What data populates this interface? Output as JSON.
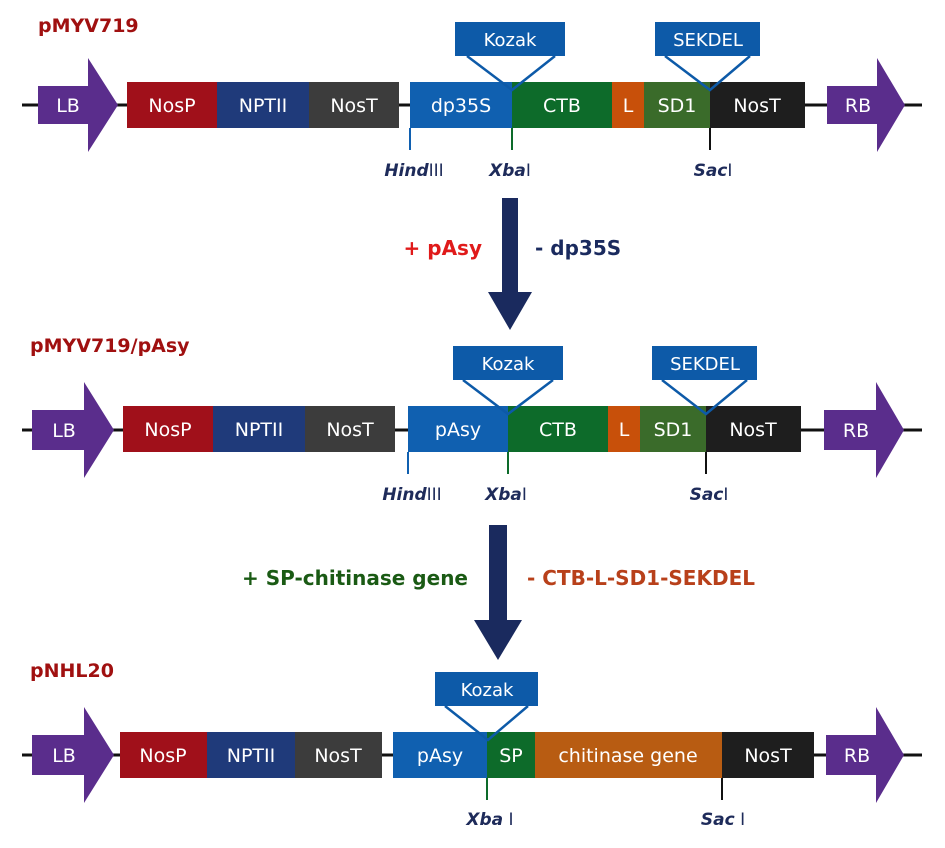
{
  "colors": {
    "border": "#5a2d8c",
    "nosp": "#a0101a",
    "nptii": "#1f3a7a",
    "nost": "#3c3c3c",
    "nost_dark": "#1e1e1e",
    "promoter": "#1060b0",
    "ctb": "#0d6b2a",
    "linker": "#c8500a",
    "sd1": "#3a6b2a",
    "chitinase": "#b85c12",
    "tag": "#0d5aa8",
    "arrow": "#1a2a5e",
    "title": "#a01010",
    "add_red": "#e01a1a",
    "remove_navy": "#1a2a5e",
    "add_green": "#1a5a14",
    "remove_orange": "#b8401a"
  },
  "constructs": [
    {
      "name": "pMYV719",
      "blocks": [
        {
          "label": "LB",
          "kind": "border"
        },
        {
          "label": "NosP",
          "kind": "nosp"
        },
        {
          "label": "NPTII",
          "kind": "nptii"
        },
        {
          "label": "NosT",
          "kind": "nost"
        },
        {
          "label": "dp35S",
          "kind": "promoter"
        },
        {
          "label": "CTB",
          "kind": "ctb"
        },
        {
          "label": "L",
          "kind": "linker"
        },
        {
          "label": "SD1",
          "kind": "sd1"
        },
        {
          "label": "NosT",
          "kind": "nost_dark"
        },
        {
          "label": "RB",
          "kind": "border"
        }
      ],
      "tags": [
        "Kozak",
        "SEKDEL"
      ],
      "sites": [
        {
          "italic": "Hind",
          "rest": "III"
        },
        {
          "italic": "Xba",
          "rest": "I"
        },
        {
          "italic": "Sac",
          "rest": "I"
        }
      ]
    },
    {
      "name": "pMYV719/pAsy",
      "blocks": [
        {
          "label": "LB",
          "kind": "border"
        },
        {
          "label": "NosP",
          "kind": "nosp"
        },
        {
          "label": "NPTII",
          "kind": "nptii"
        },
        {
          "label": "NosT",
          "kind": "nost"
        },
        {
          "label": "pAsy",
          "kind": "promoter"
        },
        {
          "label": "CTB",
          "kind": "ctb"
        },
        {
          "label": "L",
          "kind": "linker"
        },
        {
          "label": "SD1",
          "kind": "sd1"
        },
        {
          "label": "NosT",
          "kind": "nost_dark"
        },
        {
          "label": "RB",
          "kind": "border"
        }
      ],
      "tags": [
        "Kozak",
        "SEKDEL"
      ],
      "sites": [
        {
          "italic": "Hind",
          "rest": "III"
        },
        {
          "italic": "Xba",
          "rest": "I"
        },
        {
          "italic": "Sac",
          "rest": "I"
        }
      ]
    },
    {
      "name": "pNHL20",
      "blocks": [
        {
          "label": "LB",
          "kind": "border"
        },
        {
          "label": "NosP",
          "kind": "nosp"
        },
        {
          "label": "NPTII",
          "kind": "nptii"
        },
        {
          "label": "NosT",
          "kind": "nost"
        },
        {
          "label": "pAsy",
          "kind": "promoter"
        },
        {
          "label": "SP",
          "kind": "ctb"
        },
        {
          "label": "chitinase gene",
          "kind": "chitinase"
        },
        {
          "label": "NosT",
          "kind": "nost_dark"
        },
        {
          "label": "RB",
          "kind": "border"
        }
      ],
      "tags": [
        "Kozak"
      ],
      "sites": [
        {
          "italic": "Xba",
          "rest": " I"
        },
        {
          "italic": "Sac",
          "rest": " I"
        }
      ]
    }
  ],
  "steps": [
    {
      "add": "+ pAsy",
      "remove": "- dp35S"
    },
    {
      "add": "+ SP-chitinase gene",
      "remove": "- CTB-L-SD1-SEKDEL"
    }
  ]
}
